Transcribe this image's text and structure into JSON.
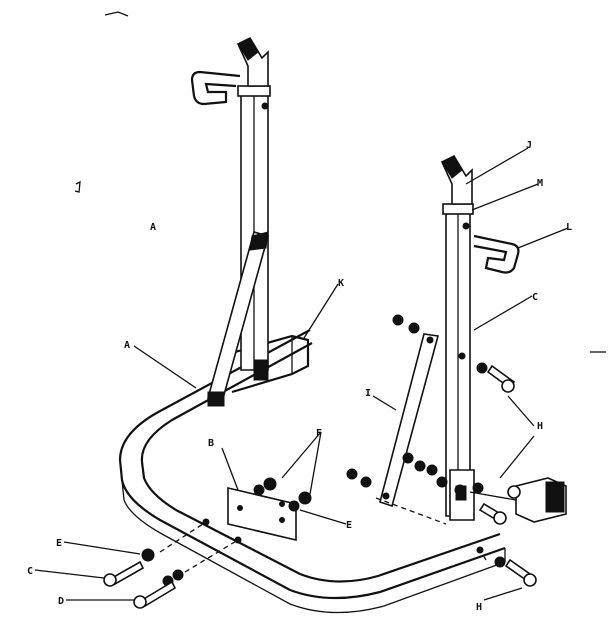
{
  "diagram": {
    "labels": {
      "A_left": "A",
      "A_top": "A",
      "B": "B",
      "C_side": "C",
      "C_bolt": "C",
      "D": "D",
      "E_top": "E",
      "E_left": "E",
      "F": "F",
      "H_upper": "H",
      "H_lower": "H",
      "I": "I",
      "J": "J",
      "K": "K",
      "L": "L",
      "M": "M"
    },
    "colors": {
      "ink": "#111111",
      "paper": "#ffffff"
    }
  }
}
